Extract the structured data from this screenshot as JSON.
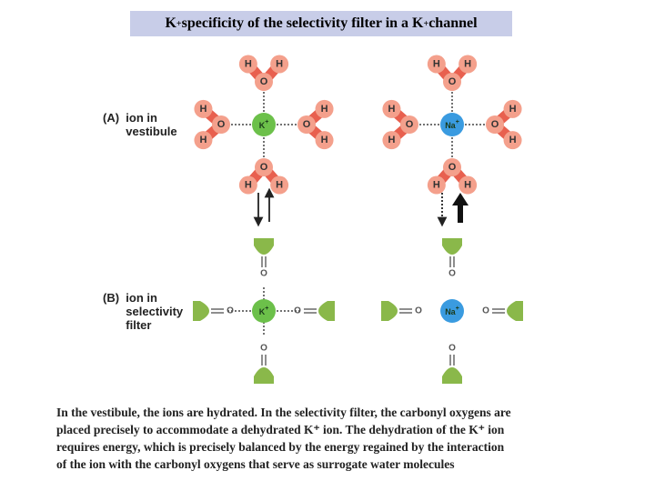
{
  "title": {
    "prefix": "K",
    "superscript": "+",
    "suffix": " specificity of the selectivity filter in a K",
    "superscript2": "+",
    "suffix2": " channel"
  },
  "panel_a": {
    "letter": "(A)",
    "text": "ion in\nvestibule"
  },
  "panel_b": {
    "letter": "(B)",
    "text": "ion in\nselectivity\nfilter"
  },
  "atoms": {
    "hydrogen": "H",
    "oxygen": "O",
    "potassium": "K",
    "sodium": "Na",
    "charge": "+"
  },
  "caption_lines": [
    "In the vestibule, the ions are hydrated.  In the selectivity filter, the carbonyl oxygens are",
    "placed precisely to accommodate a dehydrated K⁺ ion.  The dehydration of the K⁺ ion",
    "requires energy, which is precisely balanced by the energy regained by the interaction",
    "of the ion with the carbonyl oxygens that serve as surrogate water molecules"
  ],
  "colors": {
    "water_red": "#e8604f",
    "water_pink": "#f4a08c",
    "k_green": "#6cc04a",
    "na_blue": "#3a9be0",
    "carbonyl_green": "#8ab84a",
    "oxygen_text": "#555555"
  }
}
